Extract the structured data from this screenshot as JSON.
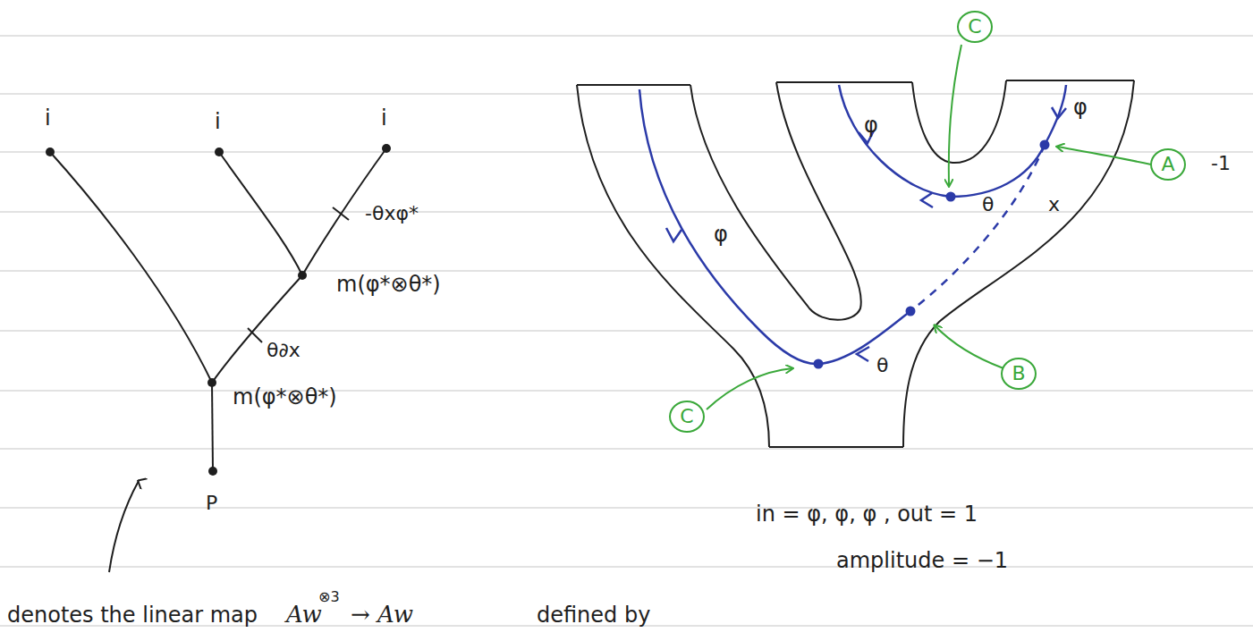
{
  "diagram": {
    "nodes": [
      {
        "text": [
          "C"
        ]
      },
      {
        "text": [
          "A"
        ]
      },
      {
        "text": [
          "B"
        ]
      },
      {
        "text": [
          "C"
        ]
      }
    ],
    "labels": [
      "i",
      "i",
      "i",
      "-θxφ*",
      "m(φ*⊗θ*)",
      "θ∂x",
      "m(φ*⊗θ*)",
      "P",
      "denotes the linear map",
      "Aw",
      "⊗3",
      "→ Aw",
      "defined by",
      "φ",
      "φ",
      "φ",
      "θ",
      "x",
      "θ",
      "-1",
      "in = φ, φ, φ ,  out = 1",
      "amplitude = −1"
    ]
  }
}
